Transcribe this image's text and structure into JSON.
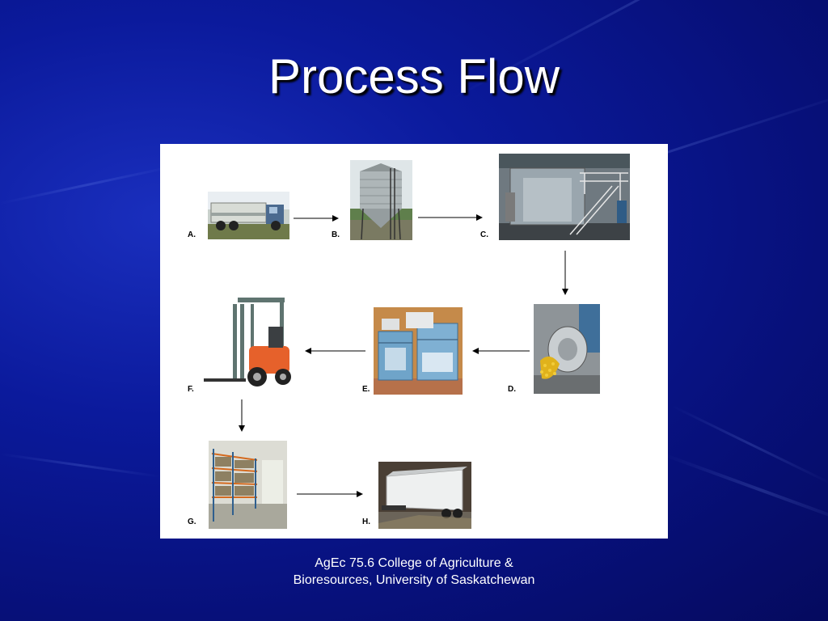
{
  "slide": {
    "title": "Process Flow",
    "footer": "AgEc 75.6 College of Agriculture & Bioresources, University of Saskatchewan"
  },
  "diagram": {
    "stages": [
      {
        "label": "A.",
        "icon": "grain-truck-icon"
      },
      {
        "label": "B.",
        "icon": "grain-silo-icon"
      },
      {
        "label": "C.",
        "icon": "processing-plant-icon"
      },
      {
        "label": "D.",
        "icon": "extruder-icon"
      },
      {
        "label": "E.",
        "icon": "packaging-machine-icon"
      },
      {
        "label": "F.",
        "icon": "forklift-icon"
      },
      {
        "label": "G.",
        "icon": "warehouse-icon"
      },
      {
        "label": "H.",
        "icon": "trailer-icon"
      }
    ]
  },
  "colors": {
    "background": "#0b1a9c",
    "panel": "#ffffff",
    "title": "#ffffff",
    "arrow": "#000000"
  }
}
